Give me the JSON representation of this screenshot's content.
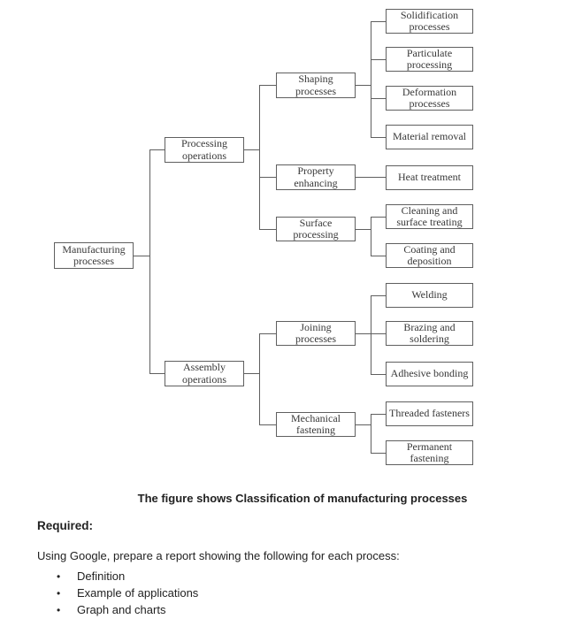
{
  "diagram": {
    "nodes": {
      "root": {
        "label": "Manufacturing processes"
      },
      "processing": {
        "label": "Processing operations"
      },
      "assembly": {
        "label": "Assembly operations"
      },
      "shaping": {
        "label": "Shaping processes"
      },
      "property": {
        "label": "Property enhancing"
      },
      "surface": {
        "label": "Surface processing"
      },
      "joining": {
        "label": "Joining processes"
      },
      "mechanical": {
        "label": "Mechanical fastening"
      },
      "solidification": {
        "label": "Solidification processes"
      },
      "particulate": {
        "label": "Particulate processing"
      },
      "deformation": {
        "label": "Deformation processes"
      },
      "material": {
        "label": "Material removal"
      },
      "heat": {
        "label": "Heat treatment"
      },
      "cleaning": {
        "label": "Cleaning and surface treating"
      },
      "coating": {
        "label": "Coating and deposition"
      },
      "welding": {
        "label": "Welding"
      },
      "brazing": {
        "label": "Brazing and soldering"
      },
      "adhesive": {
        "label": "Adhesive bonding"
      },
      "threaded": {
        "label": "Threaded fasteners"
      },
      "permanent": {
        "label": "Permanent fastening"
      }
    }
  },
  "caption": "The figure shows Classification of manufacturing processes",
  "required": {
    "heading": "Required:",
    "intro": "Using Google, prepare a report showing the following for each process:",
    "bullets": [
      "Definition",
      "Example of applications",
      "Graph and charts"
    ],
    "bullet_glyph": "•"
  },
  "colors": {
    "line": "#5f5f5f",
    "diagram_text": "#383838",
    "body_text": "#222222",
    "background": "#ffffff"
  }
}
